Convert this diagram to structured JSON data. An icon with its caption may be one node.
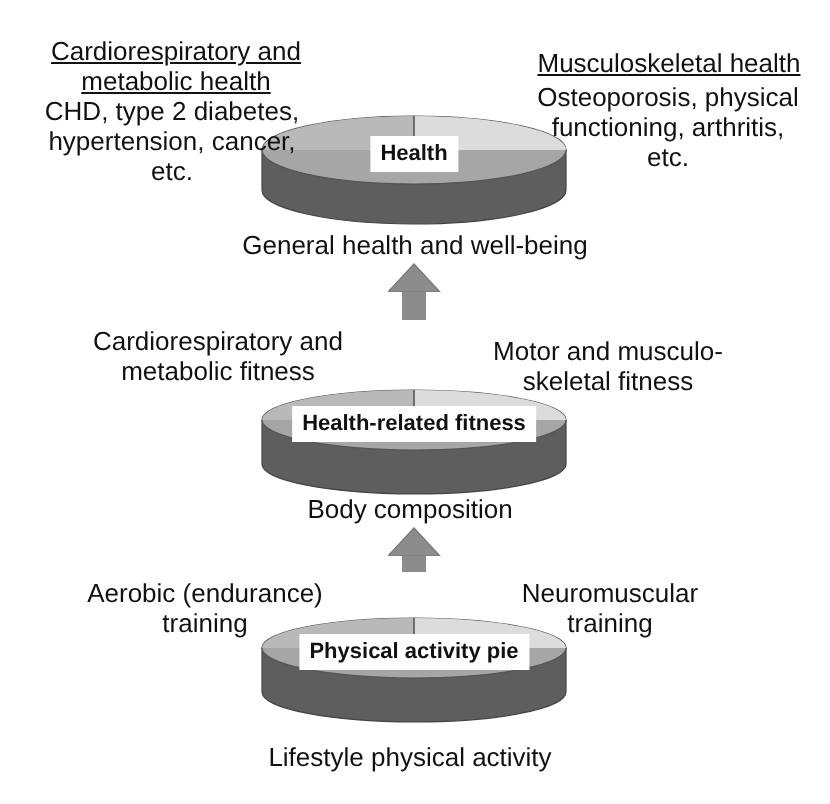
{
  "diagram": {
    "nodes": [
      {
        "text": [
          "Health"
        ],
        "beside": [
          "Cardiorespiratory and metabolic health",
          "CHD, type 2 diabetes, hypertension, cancer, etc.",
          "Musculoskeletal health",
          "Osteoporosis, physical functioning, arthritis, etc.",
          "General health and well-being"
        ]
      },
      {
        "text": [
          "Health-related fitness"
        ],
        "beside": [
          "Cardiorespiratory and metabolic fitness",
          "Motor and musculo-skeletal fitness",
          "Body composition"
        ]
      },
      {
        "text": [
          "Physical activity pie"
        ],
        "beside": [
          "Aerobic (endurance) training",
          "Neuromuscular training",
          "Lifestyle physical activity"
        ]
      }
    ],
    "edges": [
      {
        "from": 2,
        "to": 1,
        "arrow": "to"
      },
      {
        "from": 1,
        "to": 0,
        "arrow": "to"
      }
    ]
  }
}
